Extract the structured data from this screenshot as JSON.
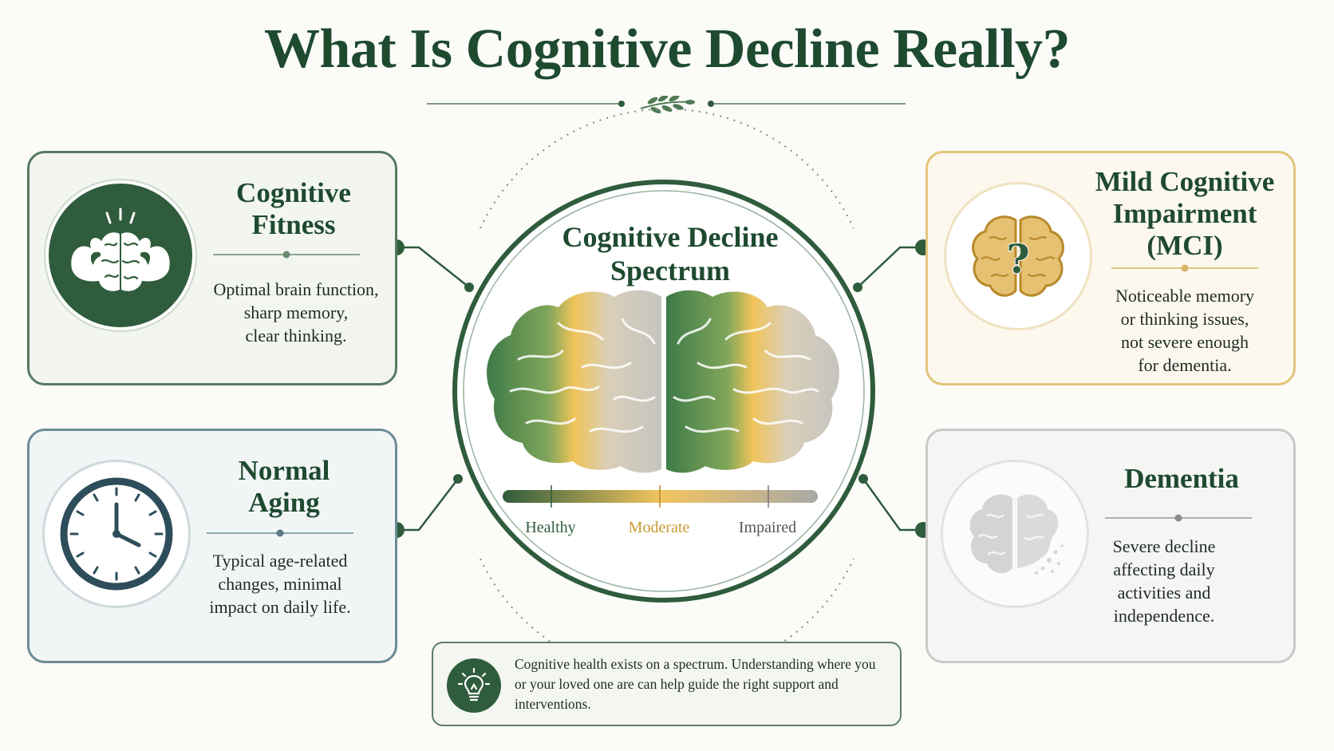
{
  "title": "What Is Cognitive Decline Really?",
  "center": {
    "title_line1": "Cognitive Decline",
    "title_line2": "Spectrum",
    "scale": [
      {
        "label": "Healthy",
        "color": "#2f5c3c"
      },
      {
        "label": "Moderate",
        "color": "#c99a2e"
      },
      {
        "label": "Impaired",
        "color": "#555555"
      }
    ]
  },
  "cards": {
    "fitness": {
      "title_line1": "Cognitive",
      "title_line2": "Fitness",
      "desc": [
        "Optimal brain function,",
        "sharp memory,",
        "clear thinking."
      ],
      "icon": "strong-brain-icon"
    },
    "aging": {
      "title_line1": "Normal",
      "title_line2": "Aging",
      "desc": [
        "Typical age-related",
        "changes, minimal",
        "impact on daily life."
      ],
      "icon": "clock-icon"
    },
    "mci": {
      "title_line1": "Mild Cognitive",
      "title_line2": "Impairment",
      "title_line3": "(MCI)",
      "desc": [
        "Noticeable memory",
        "or thinking issues,",
        "not severe enough",
        "for dementia."
      ],
      "icon": "brain-question-icon"
    },
    "dementia": {
      "title_line1": "Dementia",
      "desc": [
        "Severe decline",
        "affecting daily",
        "activities and",
        "independence."
      ],
      "icon": "fading-brain-icon"
    }
  },
  "note": {
    "text": "Cognitive health exists on a spectrum. Understanding where you or your loved one are can help guide the right support and interventions.",
    "icon": "lightbulb-icon"
  },
  "colors": {
    "primary_green": "#1e4a30",
    "gold": "#e3c57a",
    "slate": "#6b8c96",
    "gray": "#c9c9c9"
  }
}
